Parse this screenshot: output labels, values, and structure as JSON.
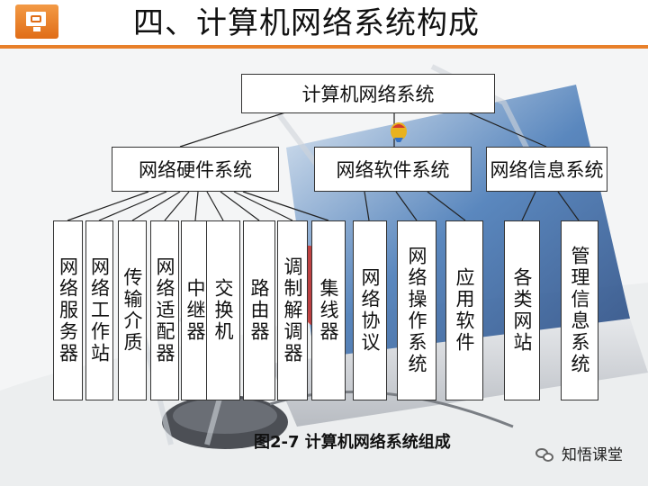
{
  "header": {
    "title": "四、计算机网络系统构成"
  },
  "diagram": {
    "root": "计算机网络系统",
    "categories": [
      {
        "label": "网络硬件系统",
        "items": [
          "网络服务器",
          "网络工作站",
          "传输介质",
          "网络适配器",
          "中继器",
          "交换机",
          "路由器",
          "调制解调器",
          "集线器"
        ]
      },
      {
        "label": "网络软件系统",
        "items": [
          "网络协议",
          "网络操作系统",
          "应用软件"
        ]
      },
      {
        "label": "网络信息系统",
        "items": [
          "各类网站",
          "管理信息系统"
        ]
      }
    ],
    "caption": "图2-7 计算机网络系统组成"
  },
  "watermark": {
    "text": "知悟课堂",
    "icon": "wechat-icon"
  },
  "colors": {
    "accent": "#e8802a",
    "box_border": "#333333"
  }
}
